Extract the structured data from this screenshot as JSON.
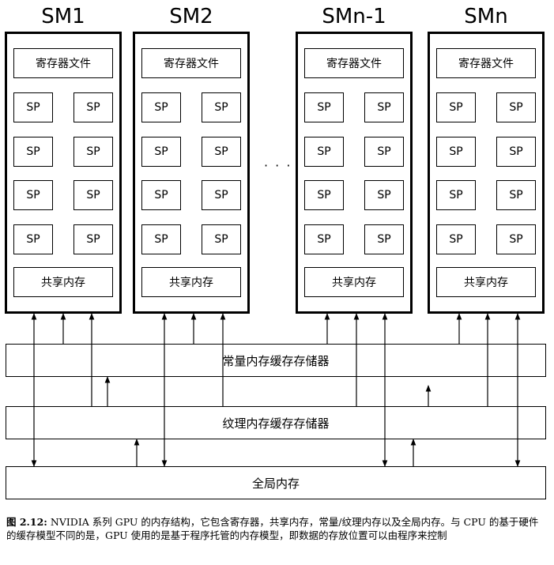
{
  "sms": [
    {
      "title": "SM1",
      "register_file": "寄存器文件",
      "sp": [
        "SP",
        "SP",
        "SP",
        "SP",
        "SP",
        "SP",
        "SP",
        "SP"
      ],
      "shared_memory": "共享内存"
    },
    {
      "title": "SM2",
      "register_file": "寄存器文件",
      "sp": [
        "SP",
        "SP",
        "SP",
        "SP",
        "SP",
        "SP",
        "SP",
        "SP"
      ],
      "shared_memory": "共享内存"
    },
    {
      "title": "SMn-1",
      "register_file": "寄存器文件",
      "sp": [
        "SP",
        "SP",
        "SP",
        "SP",
        "SP",
        "SP",
        "SP",
        "SP"
      ],
      "shared_memory": "共享内存"
    },
    {
      "title": "SMn",
      "register_file": "寄存器文件",
      "sp": [
        "SP",
        "SP",
        "SP",
        "SP",
        "SP",
        "SP",
        "SP",
        "SP"
      ],
      "shared_memory": "共享内存"
    }
  ],
  "ellipsis": "· · ·",
  "constant_cache": "常量内存缓存存储器",
  "texture_cache": "纹理内存缓存存储器",
  "global_memory": "全局内存",
  "caption": {
    "label": "图 2.12:",
    "text": "NVIDIA 系列 GPU 的内存结构，它包含寄存器，共享内存，常量/纹理内存以及全局内存。与 CPU 的基于硬件的缓存模型不同的是，GPU 使用的是基于程序托管的内存模型，即数据的存放位置可以由程序来控制"
  }
}
